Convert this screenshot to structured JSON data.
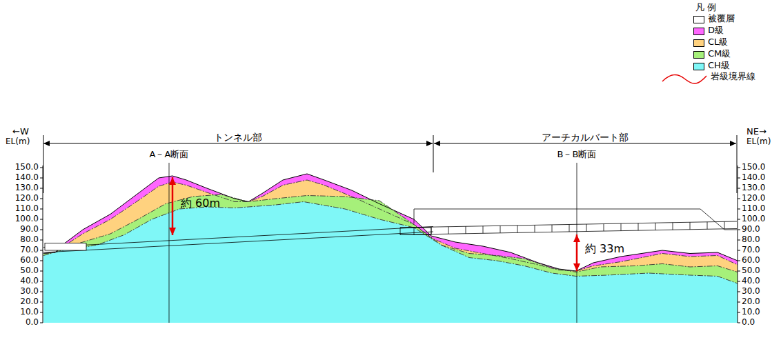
{
  "diagram": {
    "labels": [
      "←W",
      "EL(m)",
      "NE→",
      "EL(m)",
      "トンネル部",
      "アーチカルバート部",
      "A－A断面",
      "B－B断面",
      "約 60m",
      "約 33m",
      "150.0",
      "140.0",
      "130.0",
      "120.0",
      "110.0",
      "100.0",
      "90.0",
      "80.0",
      "70.0",
      "60.0",
      "50.0",
      "40.0",
      "30.0",
      "20.0",
      "10.0",
      "0.0",
      "150.0",
      "140.0",
      "130.0",
      "120.0",
      "110.0",
      "100.0",
      "90.0",
      "80.0",
      "70.0",
      "60.0",
      "50.0",
      "40.0",
      "30.0",
      "20.0",
      "10.0",
      "0.0"
    ],
    "legend": [
      {
        "text": "凡 例"
      },
      {
        "text": "被覆層",
        "color": "#ffffff"
      },
      {
        "text": "D級",
        "color": "#ff66ff"
      },
      {
        "text": "CL級",
        "color": "#ffd27f"
      },
      {
        "text": "CM級",
        "color": "#a6f07a"
      },
      {
        "text": "CH級",
        "color": "#7ff7f7"
      },
      {
        "text": "岩級境界線"
      }
    ]
  }
}
